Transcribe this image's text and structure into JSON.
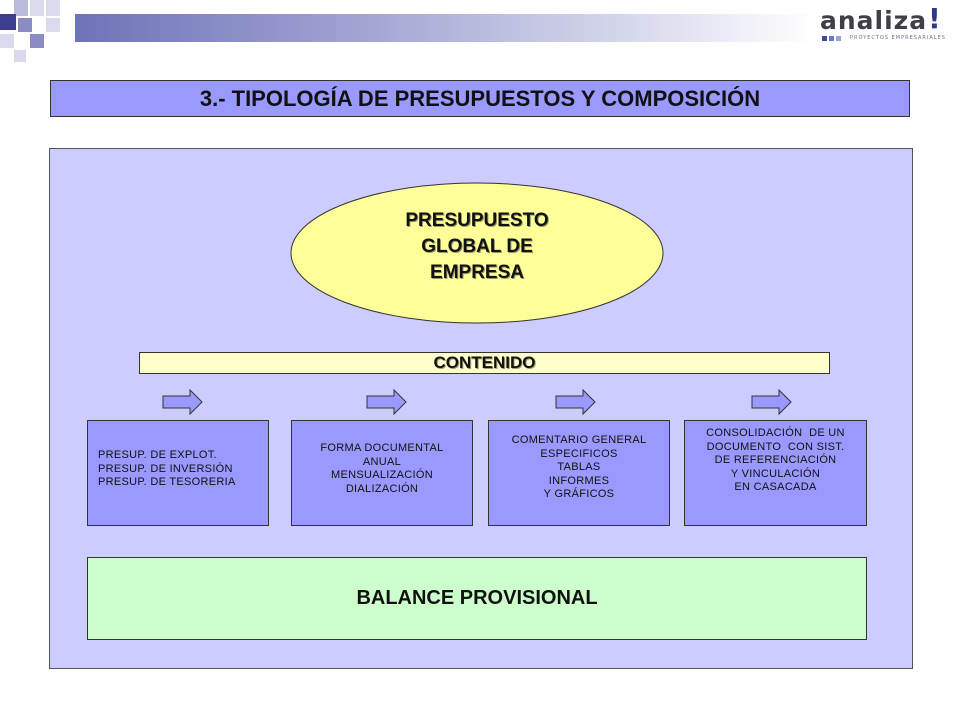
{
  "logo": {
    "word": "analiza",
    "mark": "!",
    "tagline": "PROYECTOS EMPRESARIALES"
  },
  "title": "3.- TIPOLOGÍA DE PRESUPUESTOS Y COMPOSICIÓN",
  "central_node": {
    "lines": [
      "PRESUPUESTO",
      "GLOBAL DE",
      "EMPRESA"
    ]
  },
  "contenido": "CONTENIDO",
  "boxes": [
    {
      "lines": [
        "PRESUP. DE EXPLOT.",
        "PRESUP. DE INVERSIÓN",
        "PRESUP. DE TESORERIA"
      ]
    },
    {
      "lines": [
        "FORMA DOCUMENTAL",
        "ANUAL",
        "MENSUALIZACIÓN",
        "DIALIZACIÓN"
      ]
    },
    {
      "lines": [
        "COMENTARIO GENERAL",
        "ESPECIFICOS",
        "TABLAS",
        "INFORMES",
        "Y GRÁFICOS"
      ]
    },
    {
      "lines": [
        "CONSOLIDACIÓN  DE UN",
        "DOCUMENTO  CON SIST.",
        "DE REFERENCIACIÓN",
        "Y VINCULACIÓN",
        "EN CASACADA"
      ]
    }
  ],
  "balance": "BALANCE PROVISIONAL",
  "colors": {
    "title_fill": "#9999ff",
    "panel_fill": "#ccccff",
    "ellipse_fill": "#ffff99",
    "contenido_fill": "#ffffcc",
    "box_fill": "#9999ff",
    "balance_fill": "#ccffcc",
    "arrow_fill": "#9999ff"
  }
}
